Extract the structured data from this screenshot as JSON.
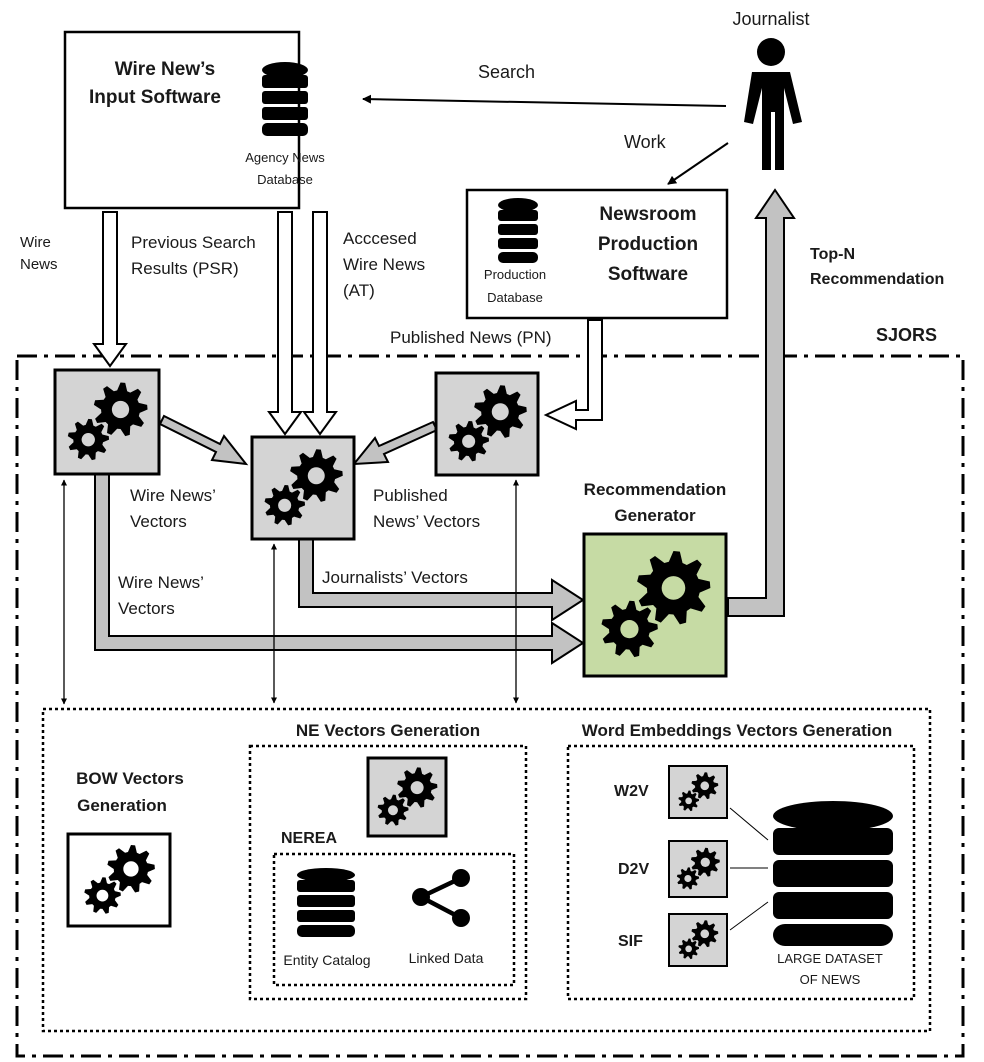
{
  "journalist": {
    "label": "Journalist"
  },
  "wire_input": {
    "title_line1": "Wire New’s",
    "title_line2": "Input Software",
    "db_line1": "Agency News",
    "db_line2": "Database"
  },
  "newsroom": {
    "title_line1": "Newsroom",
    "title_line2": "Production",
    "title_line3": "Software",
    "db_line1": "Production",
    "db_line2": "Database"
  },
  "flows": {
    "search": "Search",
    "work": "Work",
    "wire_news_1": "Wire",
    "wire_news_2": "News",
    "psr_1": "Previous Search",
    "psr_2": "Results (PSR)",
    "at_1": "Acccesed",
    "at_2": "Wire News",
    "at_3": "(AT)",
    "pn": "Published News (PN)",
    "topn_1": "Top-N",
    "topn_2": "Recommendation",
    "wnv_a1": "Wire News’",
    "wnv_a2": "Vectors",
    "pnv_1": "Published",
    "pnv_2": "News’ Vectors",
    "jv": "Journalists’ Vectors",
    "wnv_b1": "Wire News’",
    "wnv_b2": "Vectors"
  },
  "system": {
    "label": "SJORS"
  },
  "generator": {
    "line1": "Recommendation",
    "line2": "Generator"
  },
  "modules": {
    "bow_1": "BOW Vectors",
    "bow_2": "Generation",
    "ne": "NE Vectors Generation",
    "nerea": "NEREA",
    "entity_catalog": "Entity Catalog",
    "linked_data": "Linked Data",
    "we": "Word Embeddings Vectors Generation",
    "w2v": "W2V",
    "d2v": "D2V",
    "sif": "SIF",
    "large_1": "LARGE DATASET",
    "large_2": "OF NEWS"
  },
  "colors": {
    "ink": "#000000",
    "gear_box": "#d4d4d4",
    "generator_box": "#c6dba4",
    "arrow_fill": "#c2c2c2"
  }
}
